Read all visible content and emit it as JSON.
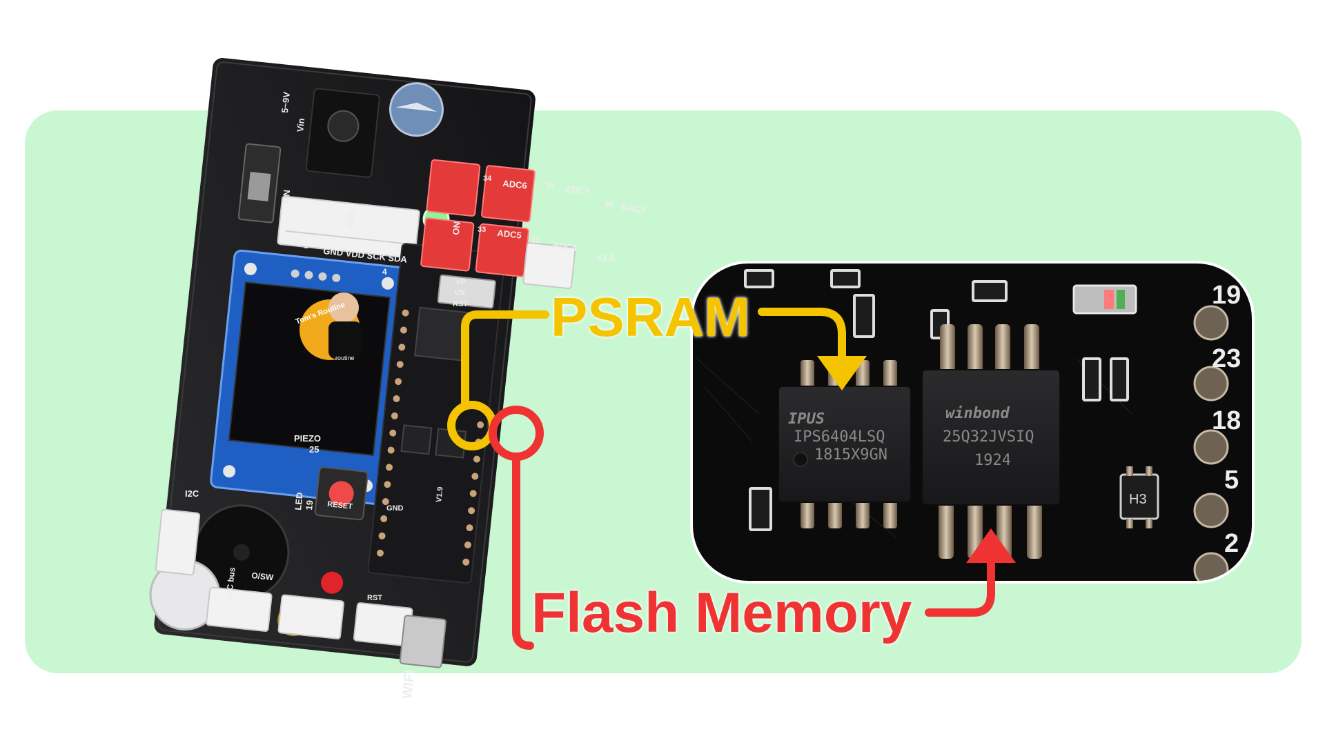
{
  "annotations": {
    "psram_label": "PSRAM",
    "flash_label": "Flash Memory"
  },
  "board": {
    "silkscreen": {
      "power": "5~9V",
      "vin": "Vin",
      "on": "ON",
      "on_led": "ON",
      "oled_pins": "GND VDD SCK SDA",
      "ch1": "1",
      "ch4": "4",
      "piezo": "PIEZO",
      "piezo_pin": "25",
      "led": "LED",
      "led_pin": "19",
      "reset": "RESET",
      "i2c": "I2C",
      "i2c_bus": "I2C bus",
      "osw": "O/SW",
      "wifi": "WIFI",
      "adc6": "ADC6",
      "adc7": "ADC7",
      "adc5": "ADC5",
      "adc4": "ADC4",
      "dac1": "DAC1",
      "pin34": "34",
      "pin35": "35",
      "pin33": "33",
      "pin32": "32",
      "pin26": "26",
      "version": "V1.9",
      "vp": "VP",
      "vn": "VN",
      "rst": "RST",
      "gnd": "GND",
      "rst2": "RST",
      "cap": "(CF)",
      "display_logo": "Tom's Routine",
      "display_sub": "routine"
    }
  },
  "zoom": {
    "psram_chip": [
      "IPUS",
      "IPS6404LSQ",
      "1815X9GN"
    ],
    "flash_chip": [
      "winbond",
      "25Q32JVSIQ",
      "1924"
    ],
    "small_part": "H3",
    "header_pins": [
      "19",
      "23",
      "18",
      "5",
      "2"
    ]
  },
  "colors": {
    "panel": "#c9f7d2",
    "psram": "#f5c400",
    "flash": "#ef3333",
    "pcb": "#1c1c1e"
  }
}
